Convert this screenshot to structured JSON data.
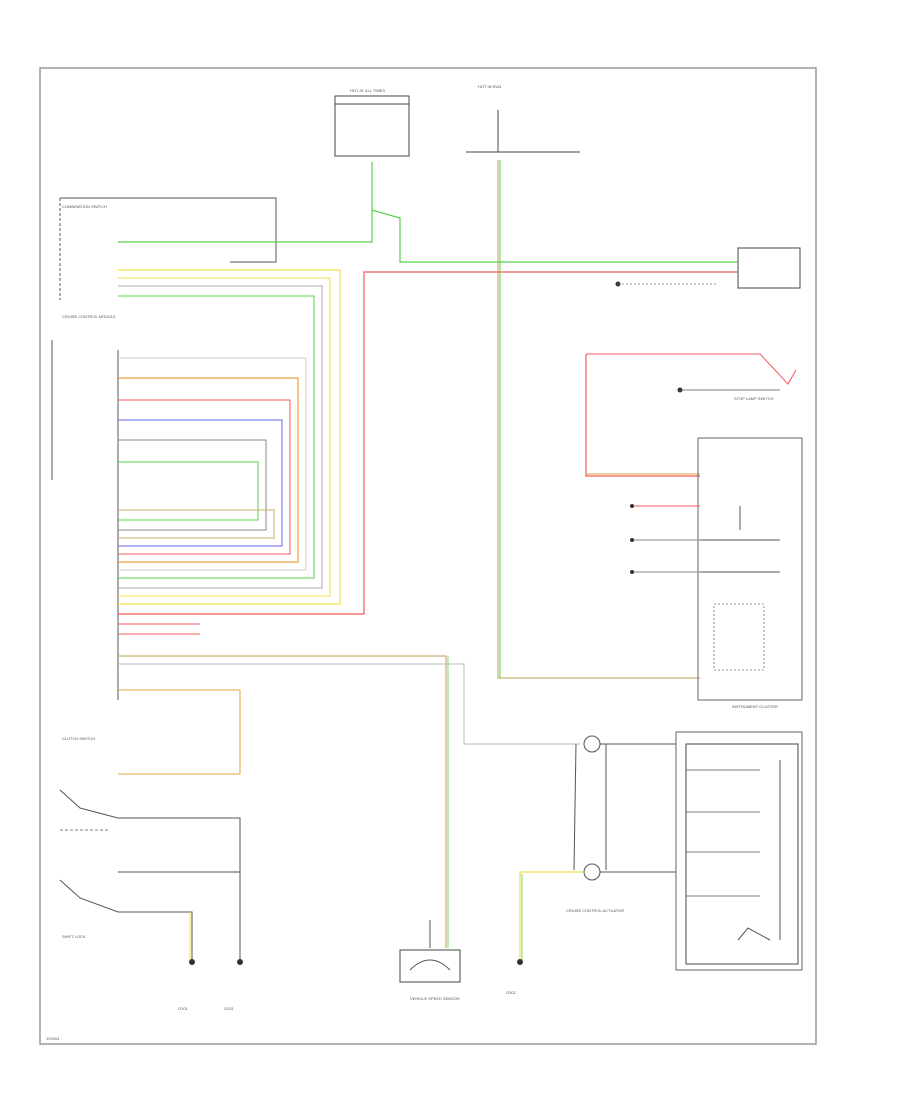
{
  "diagram": {
    "footer_code": "120904",
    "colors": {
      "frame": "#9a9a9a",
      "green": "#55d04a",
      "yellow": "#f0e04a",
      "red": "#f05a5a",
      "orange": "#e8a23a",
      "blue": "#7f7ff0",
      "gray": "#999999",
      "tan": "#c8b070"
    },
    "labels": {
      "fuse_box_left": "HOT AT ALL TIMES",
      "fuse_box_mid": "HOT IN RUN",
      "cruise_module": "CRUISE CONTROL MODULE",
      "combination_switch": "COMBINATION SWITCH",
      "brake_switch": "STOP LAMP SWITCH",
      "clutch_switch": "CLUTCH SWITCH",
      "shift_lock": "SHIFT LOCK",
      "vss": "VEHICLE SPEED SENSOR",
      "actuator": "CRUISE CONTROL ACTUATOR",
      "instrument_cluster": "INSTRUMENT CLUSTER",
      "ground_g1": "G101",
      "ground_g2": "G201",
      "ground_g3": "G302"
    }
  }
}
